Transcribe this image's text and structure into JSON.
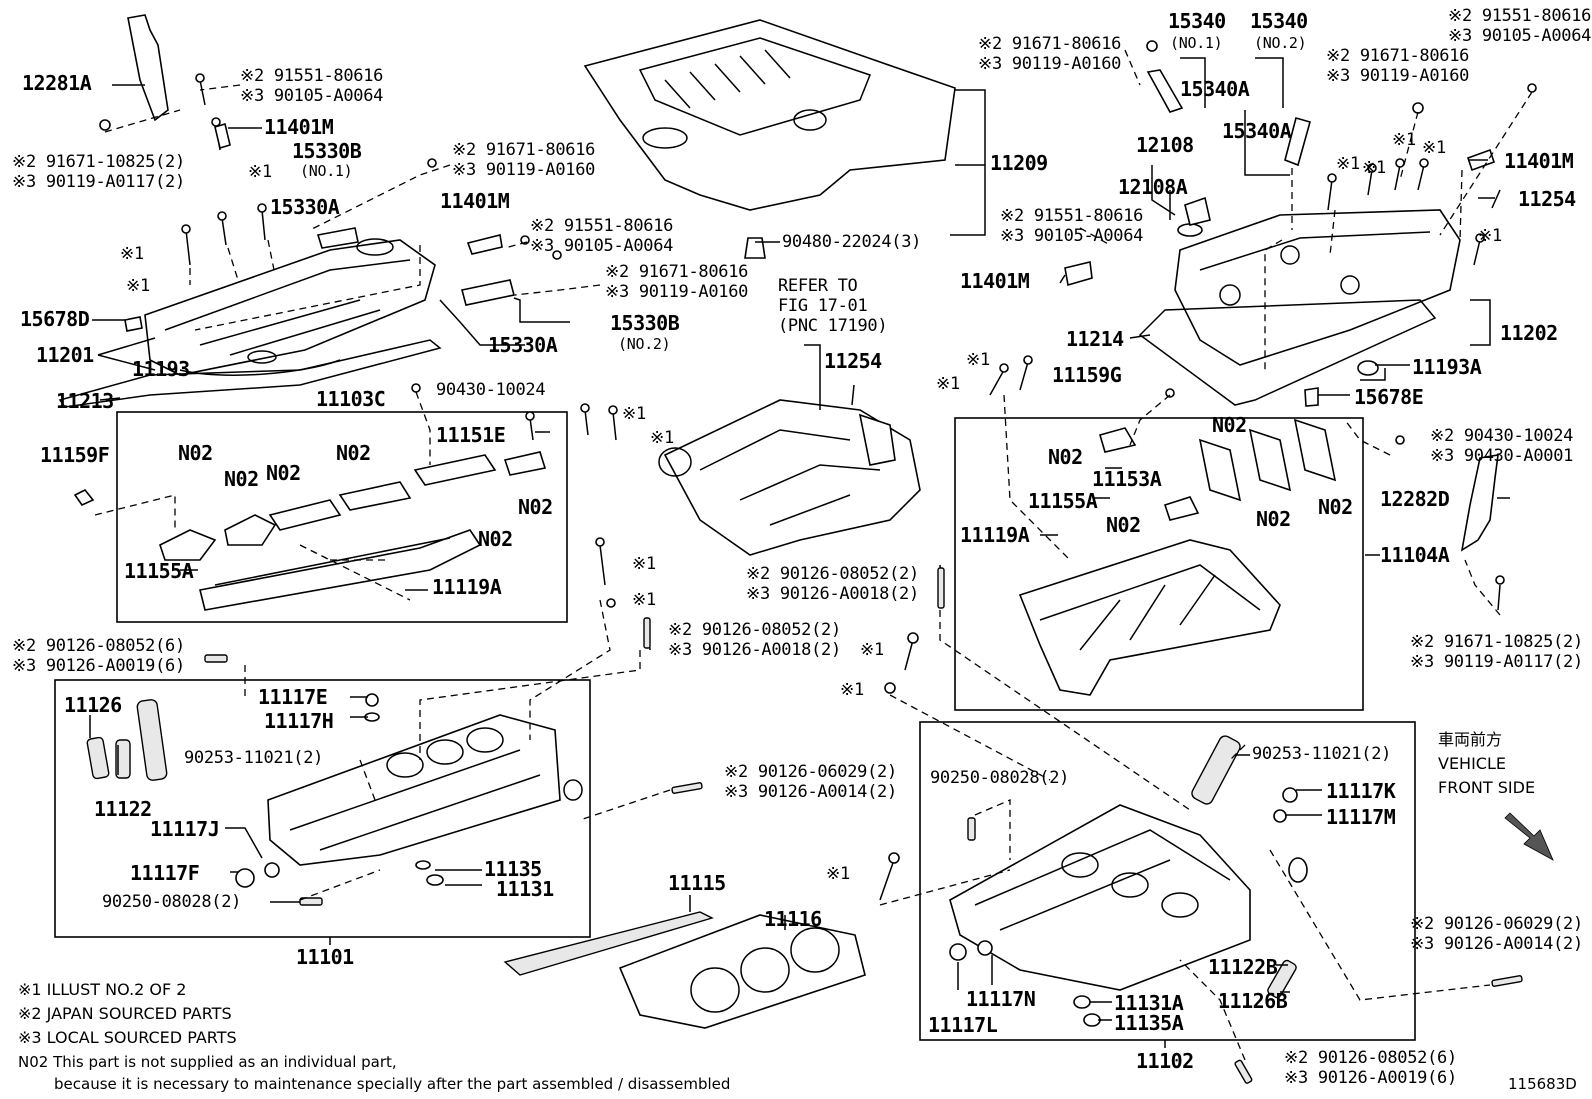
{
  "diagram_id": "115683D",
  "front_label": {
    "jp": "車両前方",
    "line1": "VEHICLE",
    "line2": "FRONT SIDE"
  },
  "notes": [
    "※1 ILLUST NO.2 OF 2",
    "※2 JAPAN SOURCED PARTS",
    "※3 LOCAL SOURCED PARTS",
    "N02 This part is not supplied as an individual part,",
    "because it is necessary to maintenance specially after the part assembled / disassembled"
  ],
  "refer": [
    "REFER TO",
    "FIG 17-01",
    "(PNC 17190)"
  ],
  "labels": {
    "p12281A": "12281A",
    "a91551_1": "※2 91551-80616",
    "a90105_1": "※3 90105-A0064",
    "p11401M_1": "11401M",
    "a91671_10825_1": "※2 91671-10825(2)",
    "a90119_A0117_1": "※3 90119-A0117(2)",
    "p15330B_1": "15330B",
    "no1_a": "(NO.1)",
    "a91671_1": "※2 91671-80616",
    "a90119_1": "※3 90119-A0160",
    "x1_a": "※1",
    "x1_b": "※1",
    "x1_c": "※1",
    "p15330A_1": "15330A",
    "p11401M_2": "11401M",
    "a91551_2": "※2 91551-80616",
    "a90105_2": "※3 90105-A0064",
    "a91671_2": "※2 91671-80616",
    "a90119_2": "※3 90119-A0160",
    "p15678D": "15678D",
    "p11201": "11201",
    "p11193": "11193",
    "p15330A_2": "15330A",
    "p15330B_2": "15330B",
    "no2_a": "(NO.2)",
    "p11213": "11213",
    "p11103C": "11103C",
    "p90430_10024_1": "90430-10024",
    "x1_d": "※1",
    "x1_e": "※1",
    "p11151E": "11151E",
    "p11159F": "11159F",
    "n02_a": "N02",
    "n02_b": "N02",
    "n02_c": "N02",
    "n02_d": "N02",
    "n02_e": "N02",
    "n02_f": "N02",
    "p11155A_1": "11155A",
    "p11119A_1": "11119A",
    "p11209": "11209",
    "p90480": "90480-22024(3)",
    "p11254_1": "11254",
    "p15340_1": "15340",
    "no1_b": "(NO.1)",
    "p15340_2": "15340",
    "no2_b": "(NO.2)",
    "a91551_3": "※2 91551-80616",
    "a90105_3": "※3 90105-A0064",
    "a91671_3": "※2 91671-80616",
    "a90119_3": "※3 90119-A0160",
    "a91671_4": "※2 91671-80616",
    "a90119_4": "※3 90119-A0160",
    "p15340A_1": "15340A",
    "p15340A_2": "15340A",
    "p12108": "12108",
    "p12108A": "12108A",
    "x1_f": "※1",
    "x1_g": "※1",
    "x1_h": "※1",
    "x1_i": "※1",
    "p11401M_3": "11401M",
    "p11254_2": "11254",
    "a91551_4": "※2 91551-80616",
    "a90105_4": "※3 90105-A0064",
    "p11401M_4": "11401M",
    "x1_j": "※1",
    "p11214": "11214",
    "p11202": "11202",
    "p11193A": "11193A",
    "x1_k": "※1",
    "x1_l": "※1",
    "p11159G": "11159G",
    "p15678E": "15678E",
    "a90430_10024_2": "※2 90430-10024",
    "a90430_A0001": "※3 90430-A0001",
    "n02_g": "N02",
    "n02_h": "N02",
    "n02_i": "N02",
    "n02_j": "N02",
    "n02_k": "N02",
    "p11153A": "11153A",
    "p11155A_2": "11155A",
    "p11119A_2": "11119A",
    "p12282D": "12282D",
    "p11104A": "11104A",
    "a91671_10825_2": "※2 91671-10825(2)",
    "a90119_A0117_2": "※3 90119-A0117(2)",
    "a90126_08052_1": "※2 90126-08052(2)",
    "a90126_A0018_1": "※3 90126-A0018(2)",
    "x1_m": "※1",
    "x1_n": "※1",
    "a90126_08052_2": "※2 90126-08052(2)",
    "a90126_A0018_2": "※3 90126-A0018(2)",
    "a90126_08052_6a": "※2 90126-08052(6)",
    "a90126_A0019_6a": "※3 90126-A0019(6)",
    "x1_o": "※1",
    "x1_p": "※1",
    "p11126": "11126",
    "p11122": "11122",
    "p11117E": "11117E",
    "p11117H": "11117H",
    "p90253_1": "90253-11021(2)",
    "a90126_06029_1": "※2 90126-06029(2)",
    "a90126_A0014_1": "※3 90126-A0014(2)",
    "p11117J": "11117J",
    "p11117F": "11117F",
    "p90250_1": "90250-08028(2)",
    "p11135": "11135",
    "p11131": "11131",
    "p11101": "11101",
    "p11115": "11115",
    "p11116": "11116",
    "p90253_2": "90253-11021(2)",
    "p90250_2": "90250-08028(2)",
    "p11117K": "11117K",
    "p11117M": "11117M",
    "x1_q": "※1",
    "p11122B": "11122B",
    "p11126B": "11126B",
    "p11131A": "11131A",
    "p11135A": "11135A",
    "p11117N": "11117N",
    "p11117L": "11117L",
    "p11102": "11102",
    "a90126_06029_2": "※2 90126-06029(2)",
    "a90126_A0014_2": "※3 90126-A0014(2)",
    "a90126_08052_6b": "※2 90126-08052(6)",
    "a90126_A0019_6b": "※3 90126-A0019(6)"
  }
}
